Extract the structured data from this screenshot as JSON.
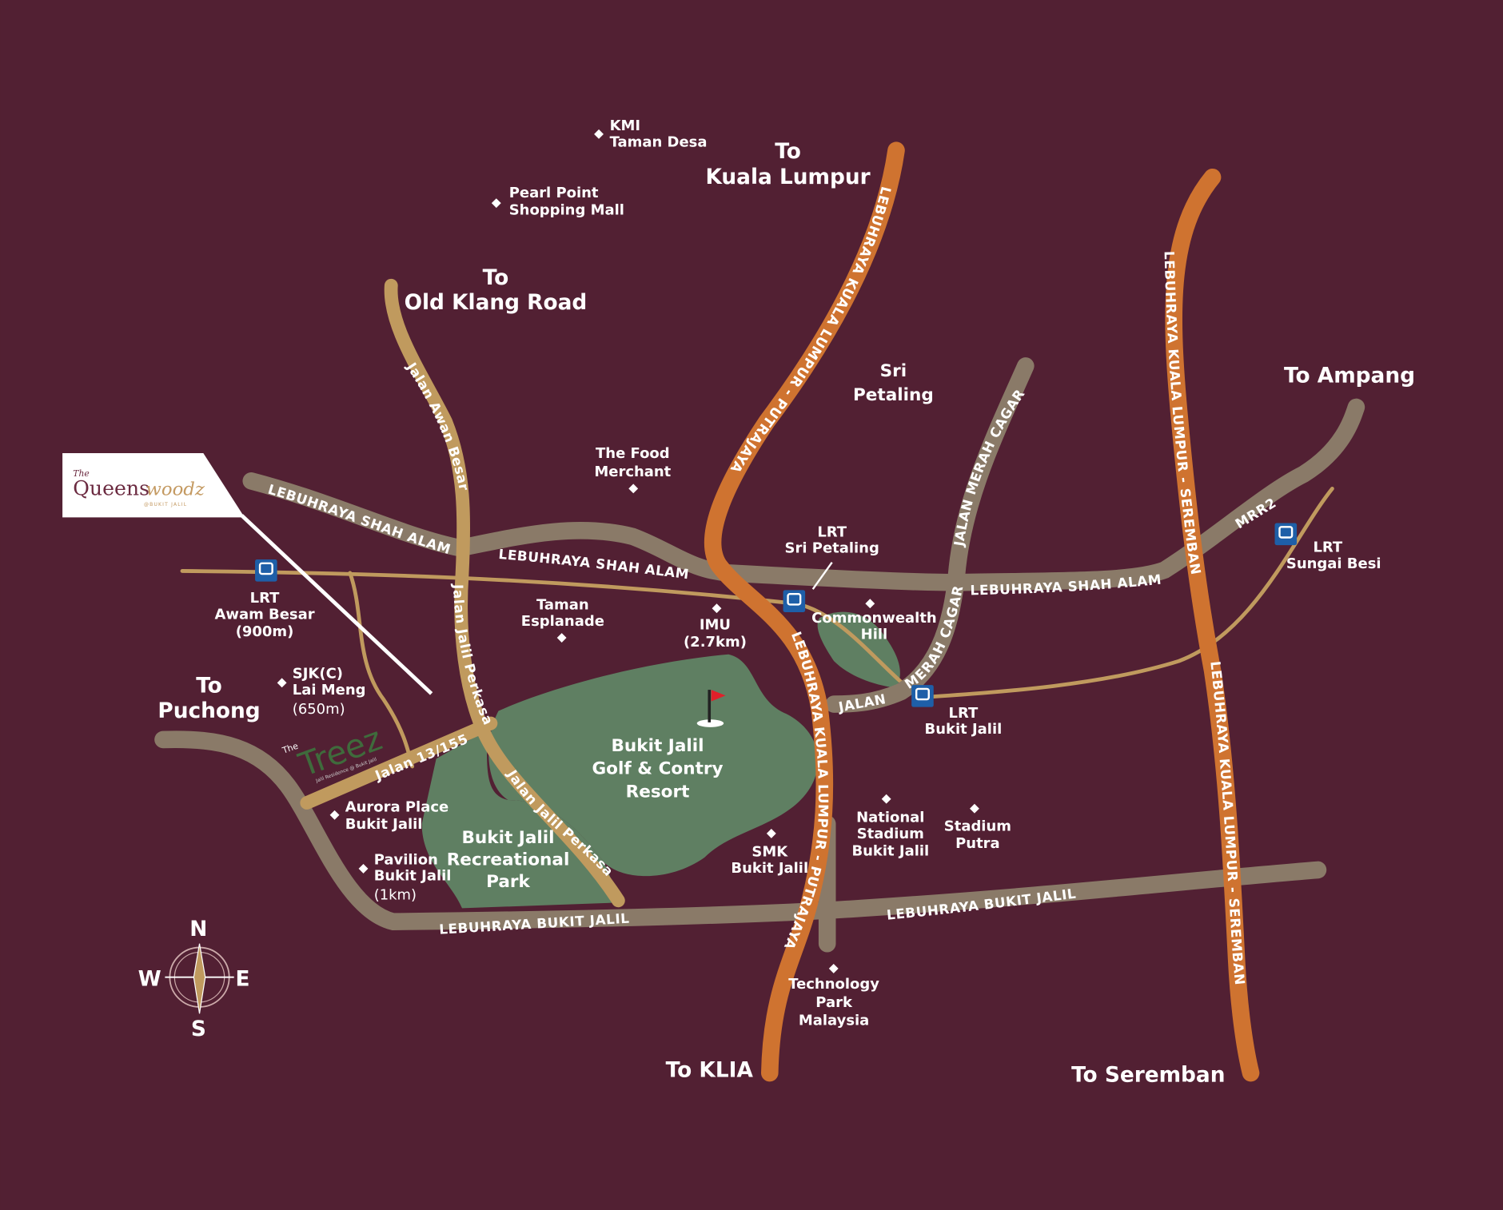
{
  "colors": {
    "background": "#522033",
    "highway": "#cf7330",
    "main_road": "#8a7a68",
    "local_road": "#c09a5e",
    "green": "#5f7f62",
    "lrt": "#1e5fa8"
  },
  "logo": {
    "the": "The",
    "name_a": "Queens",
    "name_b": "woodz",
    "sub": "@BUKIT JALIL"
  },
  "treez_logo": {
    "the": "The",
    "name": "Treez",
    "sub": "Jalil Residence @ Bukit Jalil"
  },
  "directions": {
    "kl_a": "To",
    "kl_b": "Kuala Lumpur",
    "okr_a": "To",
    "okr_b": "Old Klang Road",
    "ampang": "To Ampang",
    "puchong_a": "To",
    "puchong_b": "Puchong",
    "klia": "To KLIA",
    "seremban": "To Seremban"
  },
  "areas": {
    "sri_petaling_a": "Sri",
    "sri_petaling_b": "Petaling",
    "golf_a": "Bukit Jalil",
    "golf_b": "Golf & Contry",
    "golf_c": "Resort",
    "park_a": "Bukit Jalil",
    "park_b": "Recreational",
    "park_c": "Park"
  },
  "roads": {
    "lkp1": "LEBUHRAYA KUALA LUMPUR - PUTRAJAYA",
    "lkp2": "LEBUHRAYA KUALA LUMPUR - PUTRAJAYA",
    "lks1": "LEBUHRAYA KUALA LUMPUR - SEREMBAN",
    "lks2": "LEBUHRAYA KUALA LUMPUR - SEREMBAN",
    "lsa1": "LEBUHRAYA SHAH ALAM",
    "lsa2": "LEBUHRAYA SHAH ALAM",
    "lsa3": "LEBUHRAYA SHAH ALAM",
    "mrr2": "MRR2",
    "jmc": "JALAN MERAH CAGAR",
    "jalan": "JALAN",
    "jmc2": "MERAH CAGAR",
    "lbj1": "LEBUHRAYA BUKIT JALIL",
    "lbj2": "LEBUHRAYA BUKIT JALIL",
    "jab": "Jalan Awan Besar",
    "jjp1": "Jalan Jalil Perkasa 1",
    "jjp2": "Jalan Jalil Perkasa 1",
    "j13": "Jalan 13/155c"
  },
  "places": [
    {
      "a": "KMI",
      "b": "Taman Desa"
    },
    {
      "a": "Pearl Point",
      "b": "Shopping Mall"
    },
    {
      "a": "The Food",
      "b": "Merchant"
    },
    {
      "a": "Taman",
      "b": "Esplanade"
    },
    {
      "a": "IMU",
      "b": "(2.7km)"
    },
    {
      "a": "Commonwealth",
      "b": "Hill"
    },
    {
      "a": "SJK(C)",
      "b": "Lai Meng",
      "c": "(650m)"
    },
    {
      "a": "Aurora Place",
      "b": "Bukit Jalil"
    },
    {
      "a": "Pavilion",
      "b": "Bukit Jalil",
      "c": "(1km)"
    },
    {
      "a": "SMK",
      "b": "Bukit Jalil"
    },
    {
      "a": "National",
      "b": "Stadium",
      "c": "Bukit Jalil"
    },
    {
      "a": "Stadium",
      "b": "Putra"
    },
    {
      "a": "Technology",
      "b": "Park",
      "c": "Malaysia"
    }
  ],
  "lrt": [
    {
      "a": "LRT",
      "b": "Awam Besar",
      "c": "(900m)"
    },
    {
      "a": "LRT",
      "b": "Sri Petaling"
    },
    {
      "a": "LRT",
      "b": "Bukit Jalil"
    },
    {
      "a": "LRT",
      "b": "Sungai Besi"
    }
  ],
  "compass": {
    "n": "N",
    "s": "S",
    "e": "E",
    "w": "W"
  }
}
